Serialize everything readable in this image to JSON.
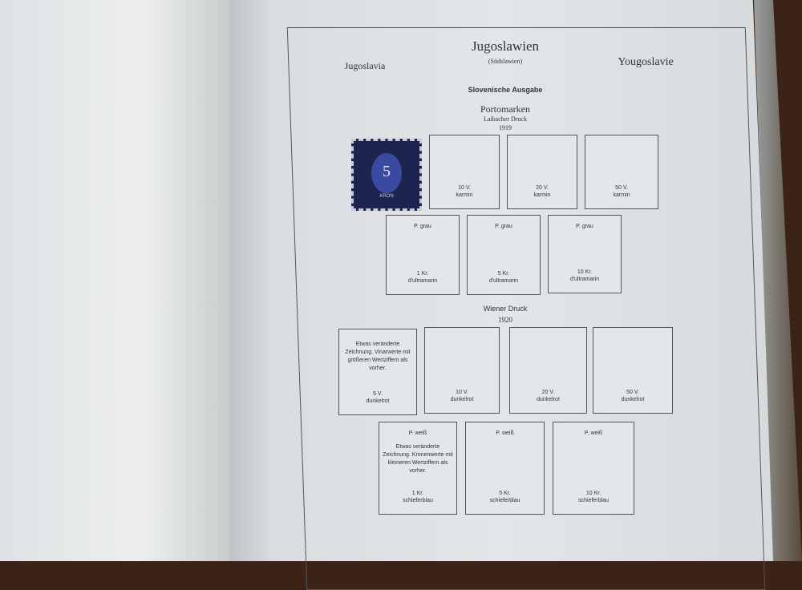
{
  "header": {
    "title": "Jugoslawien",
    "subtitle": "(Südslawien)",
    "left": "Jugoslavia",
    "right": "Yougoslavie"
  },
  "section": "Slovenische Ausgabe",
  "group1": {
    "title": "Portomarken",
    "sub": "Laibacher Druck",
    "year": "1919",
    "stamp": {
      "value": "5",
      "unit": "KRON"
    },
    "row1": [
      {
        "value": "10 V.",
        "color": "karmin"
      },
      {
        "value": "20 V.",
        "color": "karmin"
      },
      {
        "value": "50 V.",
        "color": "karmin"
      }
    ],
    "row2": [
      {
        "paper": "P. grau",
        "value": "1 Kr.",
        "color": "d'ultramarin"
      },
      {
        "paper": "P. grau",
        "value": "5 Kr.",
        "color": "d'ultramarin"
      },
      {
        "paper": "P. grau",
        "value": "10 Kr.",
        "color": "d'ultramarin"
      }
    ]
  },
  "group2": {
    "sub": "Wiener Druck",
    "year": "1920",
    "row1": [
      {
        "note": "Etwas veränderte Zeichnung. Vinarwerte mit größeren Wertziffern als vorher.",
        "value": "5 V.",
        "color": "dunkelrot"
      },
      {
        "value": "10 V.",
        "color": "dunkelrot"
      },
      {
        "value": "20 V.",
        "color": "dunkelrot"
      },
      {
        "value": "50 V.",
        "color": "dunkelrot"
      }
    ],
    "row2": [
      {
        "paper": "P. weiß",
        "note": "Etwas veränderte Zeichnung. Kronenwerte mit kleineren Wertziffern als vorher.",
        "value": "1 Kr.",
        "color": "schieferblau"
      },
      {
        "paper": "P. weiß",
        "value": "5 Kr.",
        "color": "schieferblau"
      },
      {
        "paper": "P. weiß",
        "value": "10 Kr.",
        "color": "schieferblau"
      }
    ]
  }
}
